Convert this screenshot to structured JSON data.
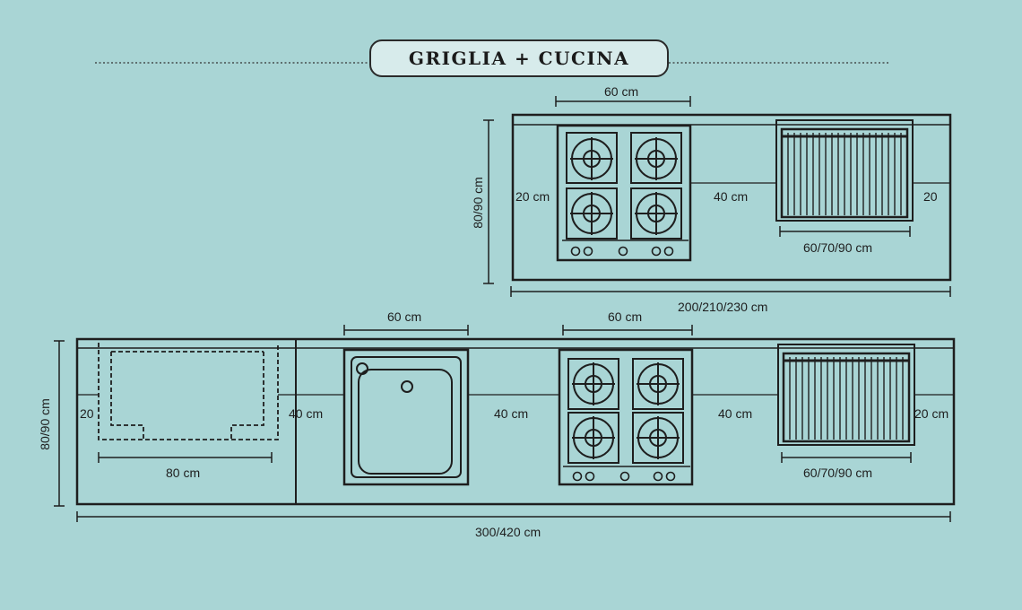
{
  "title": "GRIGLIA + CUCINA",
  "colors": {
    "background": "#a9d5d5",
    "line": "#1e1e1e",
    "pill_fill": "#d7ebeb"
  },
  "upper_layout": {
    "label_cooktop_width": "60 cm",
    "label_left_gap": "20 cm",
    "label_middle_gap": "40 cm",
    "label_right_gap": "20",
    "label_grill_width": "60/70/90 cm",
    "label_depth": "80/90 cm",
    "label_total": "200/210/230 cm"
  },
  "lower_layout": {
    "label_sink_width": "60 cm",
    "label_cooktop_width": "60 cm",
    "label_left_gap": "20",
    "label_gap_1": "40 cm",
    "label_gap_2": "40 cm",
    "label_gap_3": "40 cm",
    "label_right_gap": "20 cm",
    "label_fridge_width": "80 cm",
    "label_grill_width": "60/70/90 cm",
    "label_depth": "80/90 cm",
    "label_total": "300/420 cm"
  },
  "icons": [
    "burner-icon",
    "grill-grate-icon",
    "sink-icon",
    "knob-icon"
  ]
}
